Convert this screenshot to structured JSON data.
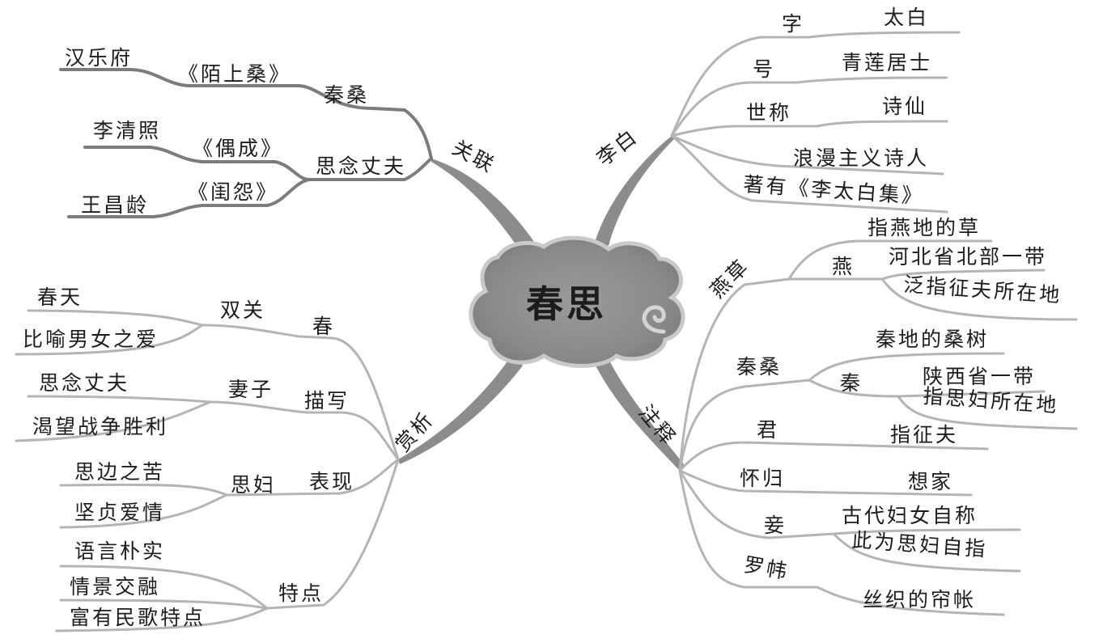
{
  "center": "春思",
  "branches": {
    "libai": {
      "label": "李白",
      "items": {
        "zi": {
          "label": "字",
          "value": "太白"
        },
        "hao": {
          "label": "号",
          "value": "青莲居士"
        },
        "shicheng": {
          "label": "世称",
          "value": "诗仙"
        },
        "poet": "浪漫主义诗人",
        "works": "著有《李太白集》"
      }
    },
    "zhushi": {
      "label": "注释",
      "yancao": {
        "label": "燕草",
        "v1": "指燕地的草",
        "yan": "燕",
        "v2": "河北省北部一带",
        "v3": "泛指征夫所在地"
      },
      "qinsang": {
        "label": "秦桑",
        "v1": "秦地的桑树",
        "qin": "秦",
        "v2": "陕西省一带",
        "v3": "指思妇所在地"
      },
      "jun": {
        "label": "君",
        "value": "指征夫"
      },
      "huaigui": {
        "label": "怀归",
        "value": "想家"
      },
      "qie": {
        "label": "妾",
        "v1": "古代妇女自称",
        "v2": "此为思妇自指"
      },
      "luowei": {
        "label": "罗帏",
        "value": "丝织的帘帐"
      }
    },
    "guanlian": {
      "label": "关联",
      "qinsang": {
        "label": "秦桑",
        "poem": "《陌上桑》",
        "source": "汉乐府"
      },
      "sinian": {
        "label": "思念丈夫",
        "poem1": "《偶成》",
        "author1": "李清照",
        "poem2": "《闺怨》",
        "author2": "王昌龄"
      }
    },
    "shangxi": {
      "label": "赏析",
      "chun": {
        "label": "春",
        "sub": "双关",
        "v1": "春天",
        "v2": "比喻男女之爱"
      },
      "miaoxie": {
        "label": "描写",
        "sub": "妻子",
        "v1": "思念丈夫",
        "v2": "渴望战争胜利"
      },
      "biaoxian": {
        "label": "表现",
        "sub": "思妇",
        "v1": "思边之苦",
        "v2": "坚贞爱情"
      },
      "tedian": {
        "label": "特点",
        "v1": "语言朴实",
        "v2": "情景交融",
        "v3": "富有民歌特点"
      }
    }
  }
}
